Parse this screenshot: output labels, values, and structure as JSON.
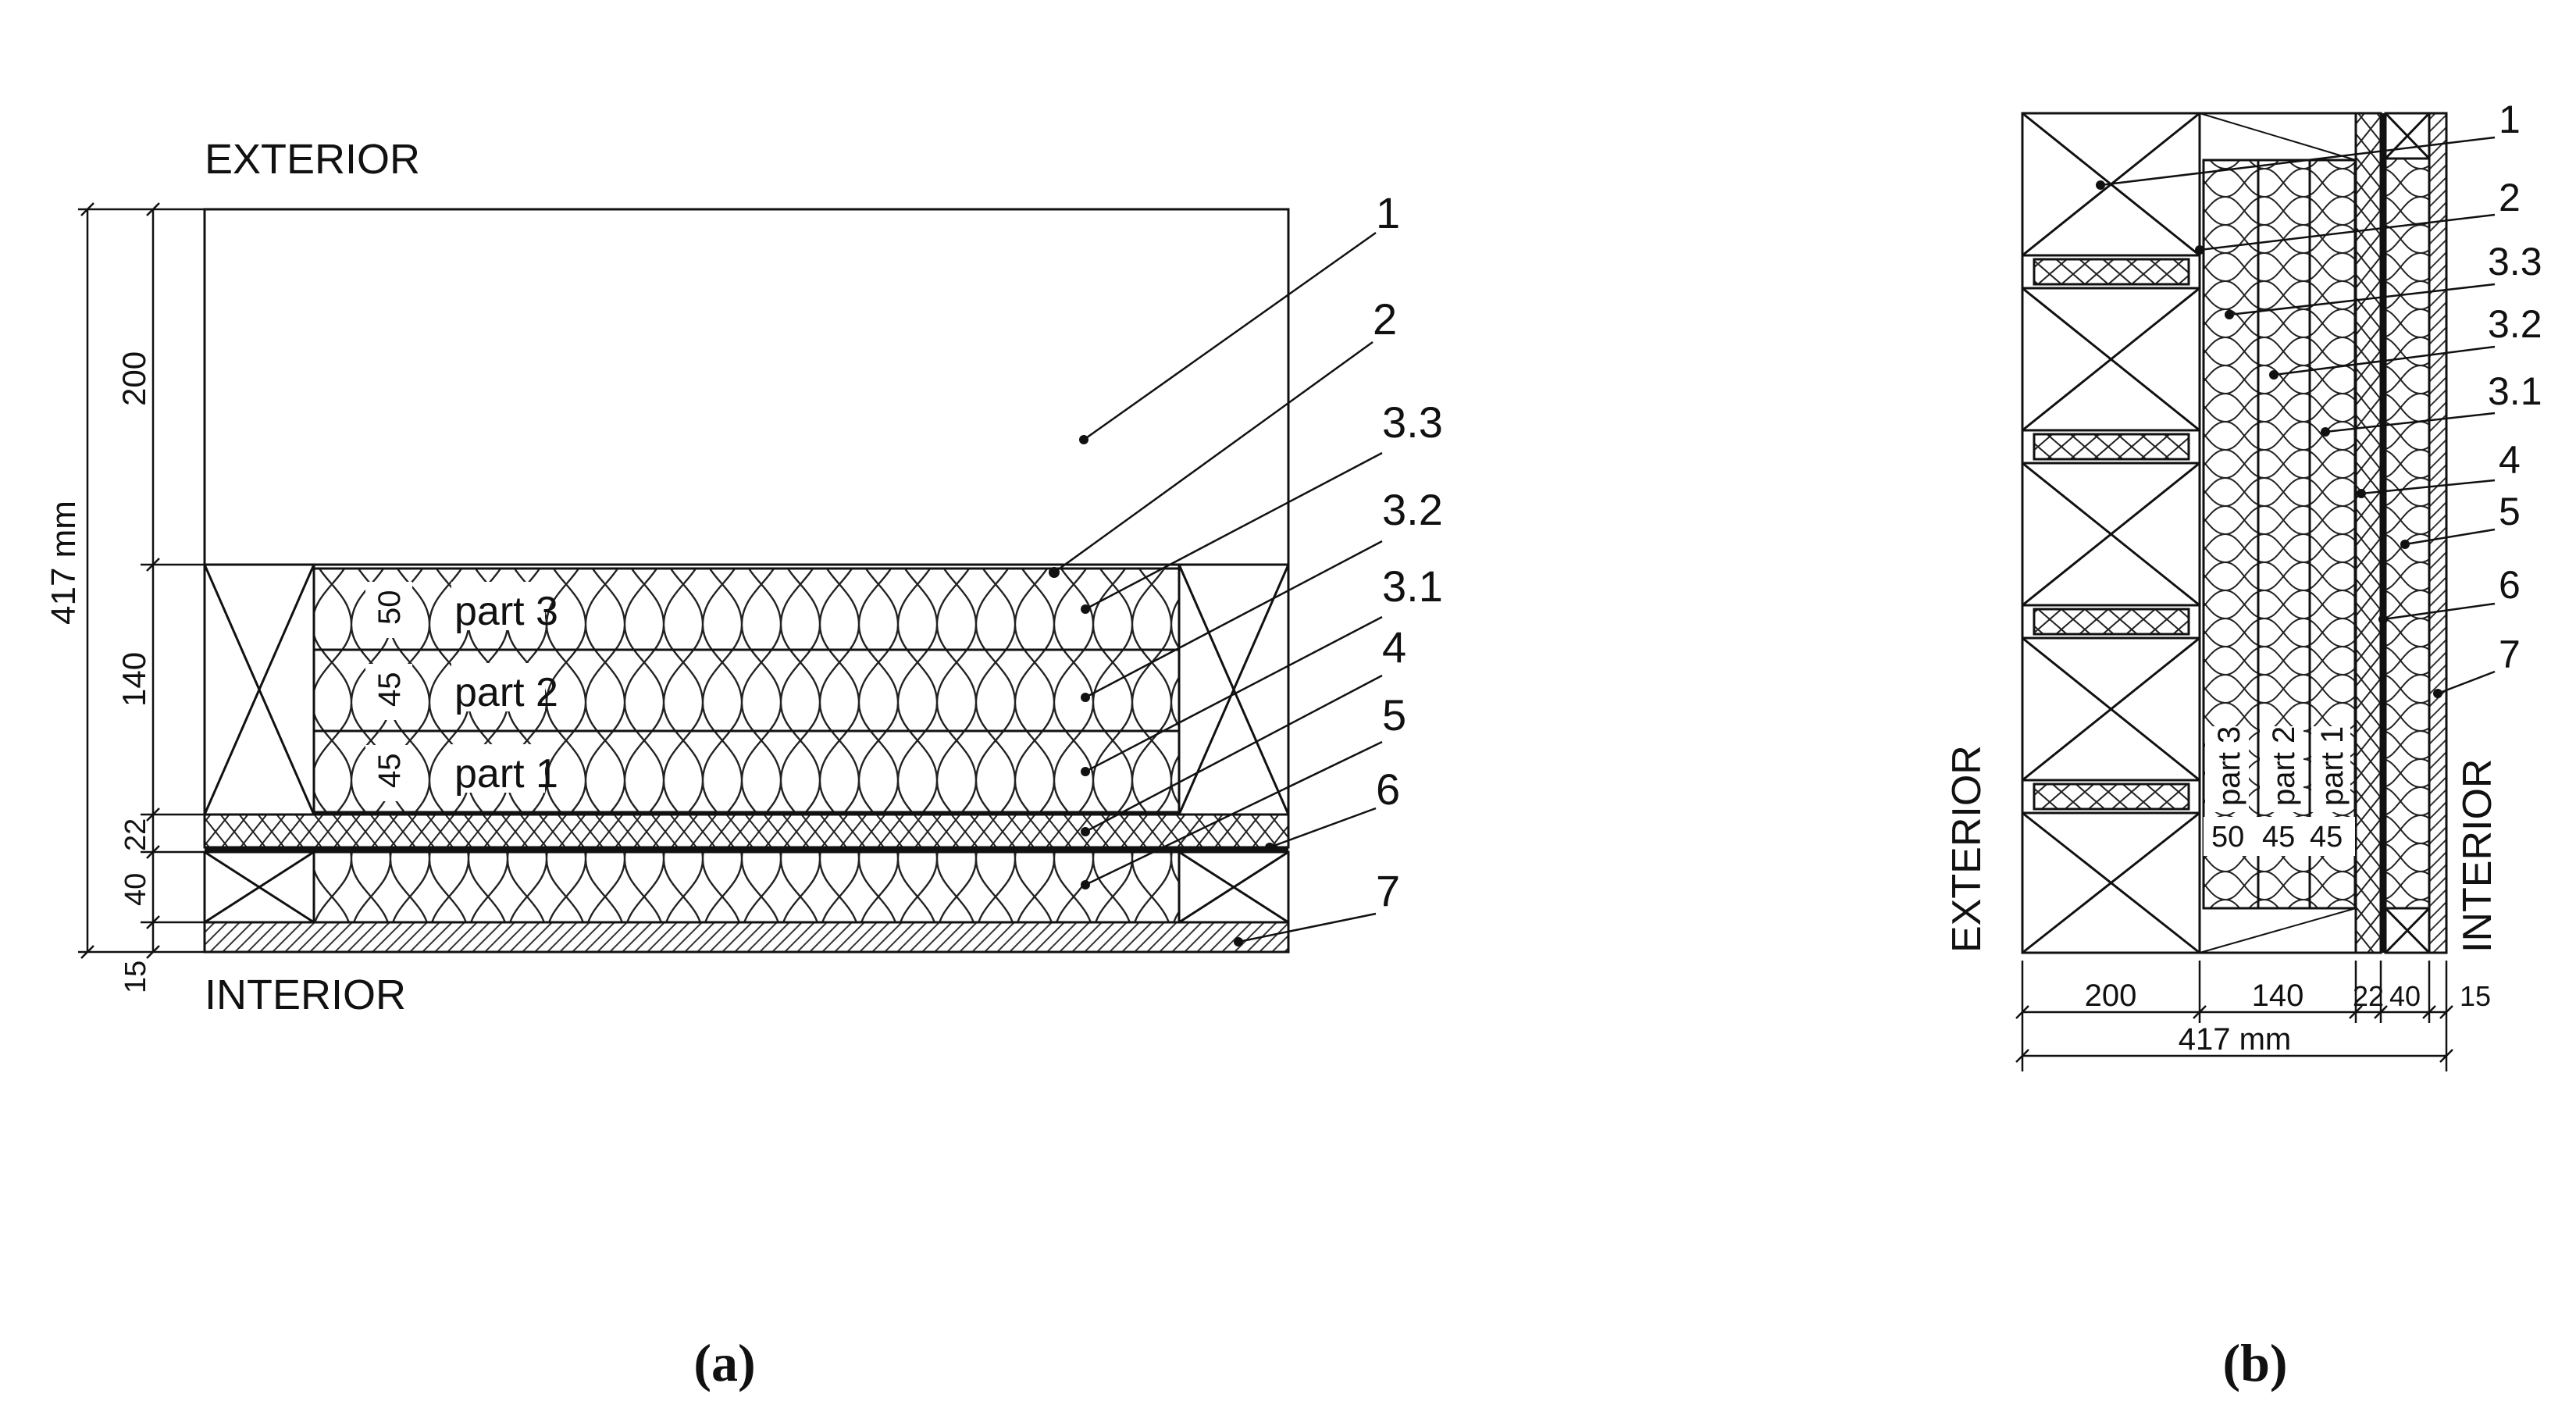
{
  "panel_a": {
    "exterior_label": "EXTERIOR",
    "interior_label": "INTERIOR",
    "total_dim": "417 mm",
    "dims": [
      "200",
      "140",
      "22",
      "40",
      "15"
    ],
    "part_labels": [
      "part 3",
      "part 2",
      "part 1"
    ],
    "part_thicknesses": [
      "50",
      "45",
      "45"
    ],
    "callouts": [
      "1",
      "2",
      "3.3",
      "3.2",
      "3.1",
      "4",
      "5",
      "6",
      "7"
    ],
    "caption": "(a)"
  },
  "panel_b": {
    "exterior_label": "EXTERIOR",
    "interior_label": "INTERIOR",
    "total_dim": "417 mm",
    "dims": [
      "200",
      "140",
      "22",
      "40",
      "15"
    ],
    "part_labels": [
      "part 3",
      "part 2",
      "part 1"
    ],
    "part_thicknesses": [
      "50",
      "45",
      "45"
    ],
    "callouts": [
      "1",
      "2",
      "3.3",
      "3.2",
      "3.1",
      "4",
      "5",
      "6",
      "7"
    ],
    "caption": "(b)"
  }
}
